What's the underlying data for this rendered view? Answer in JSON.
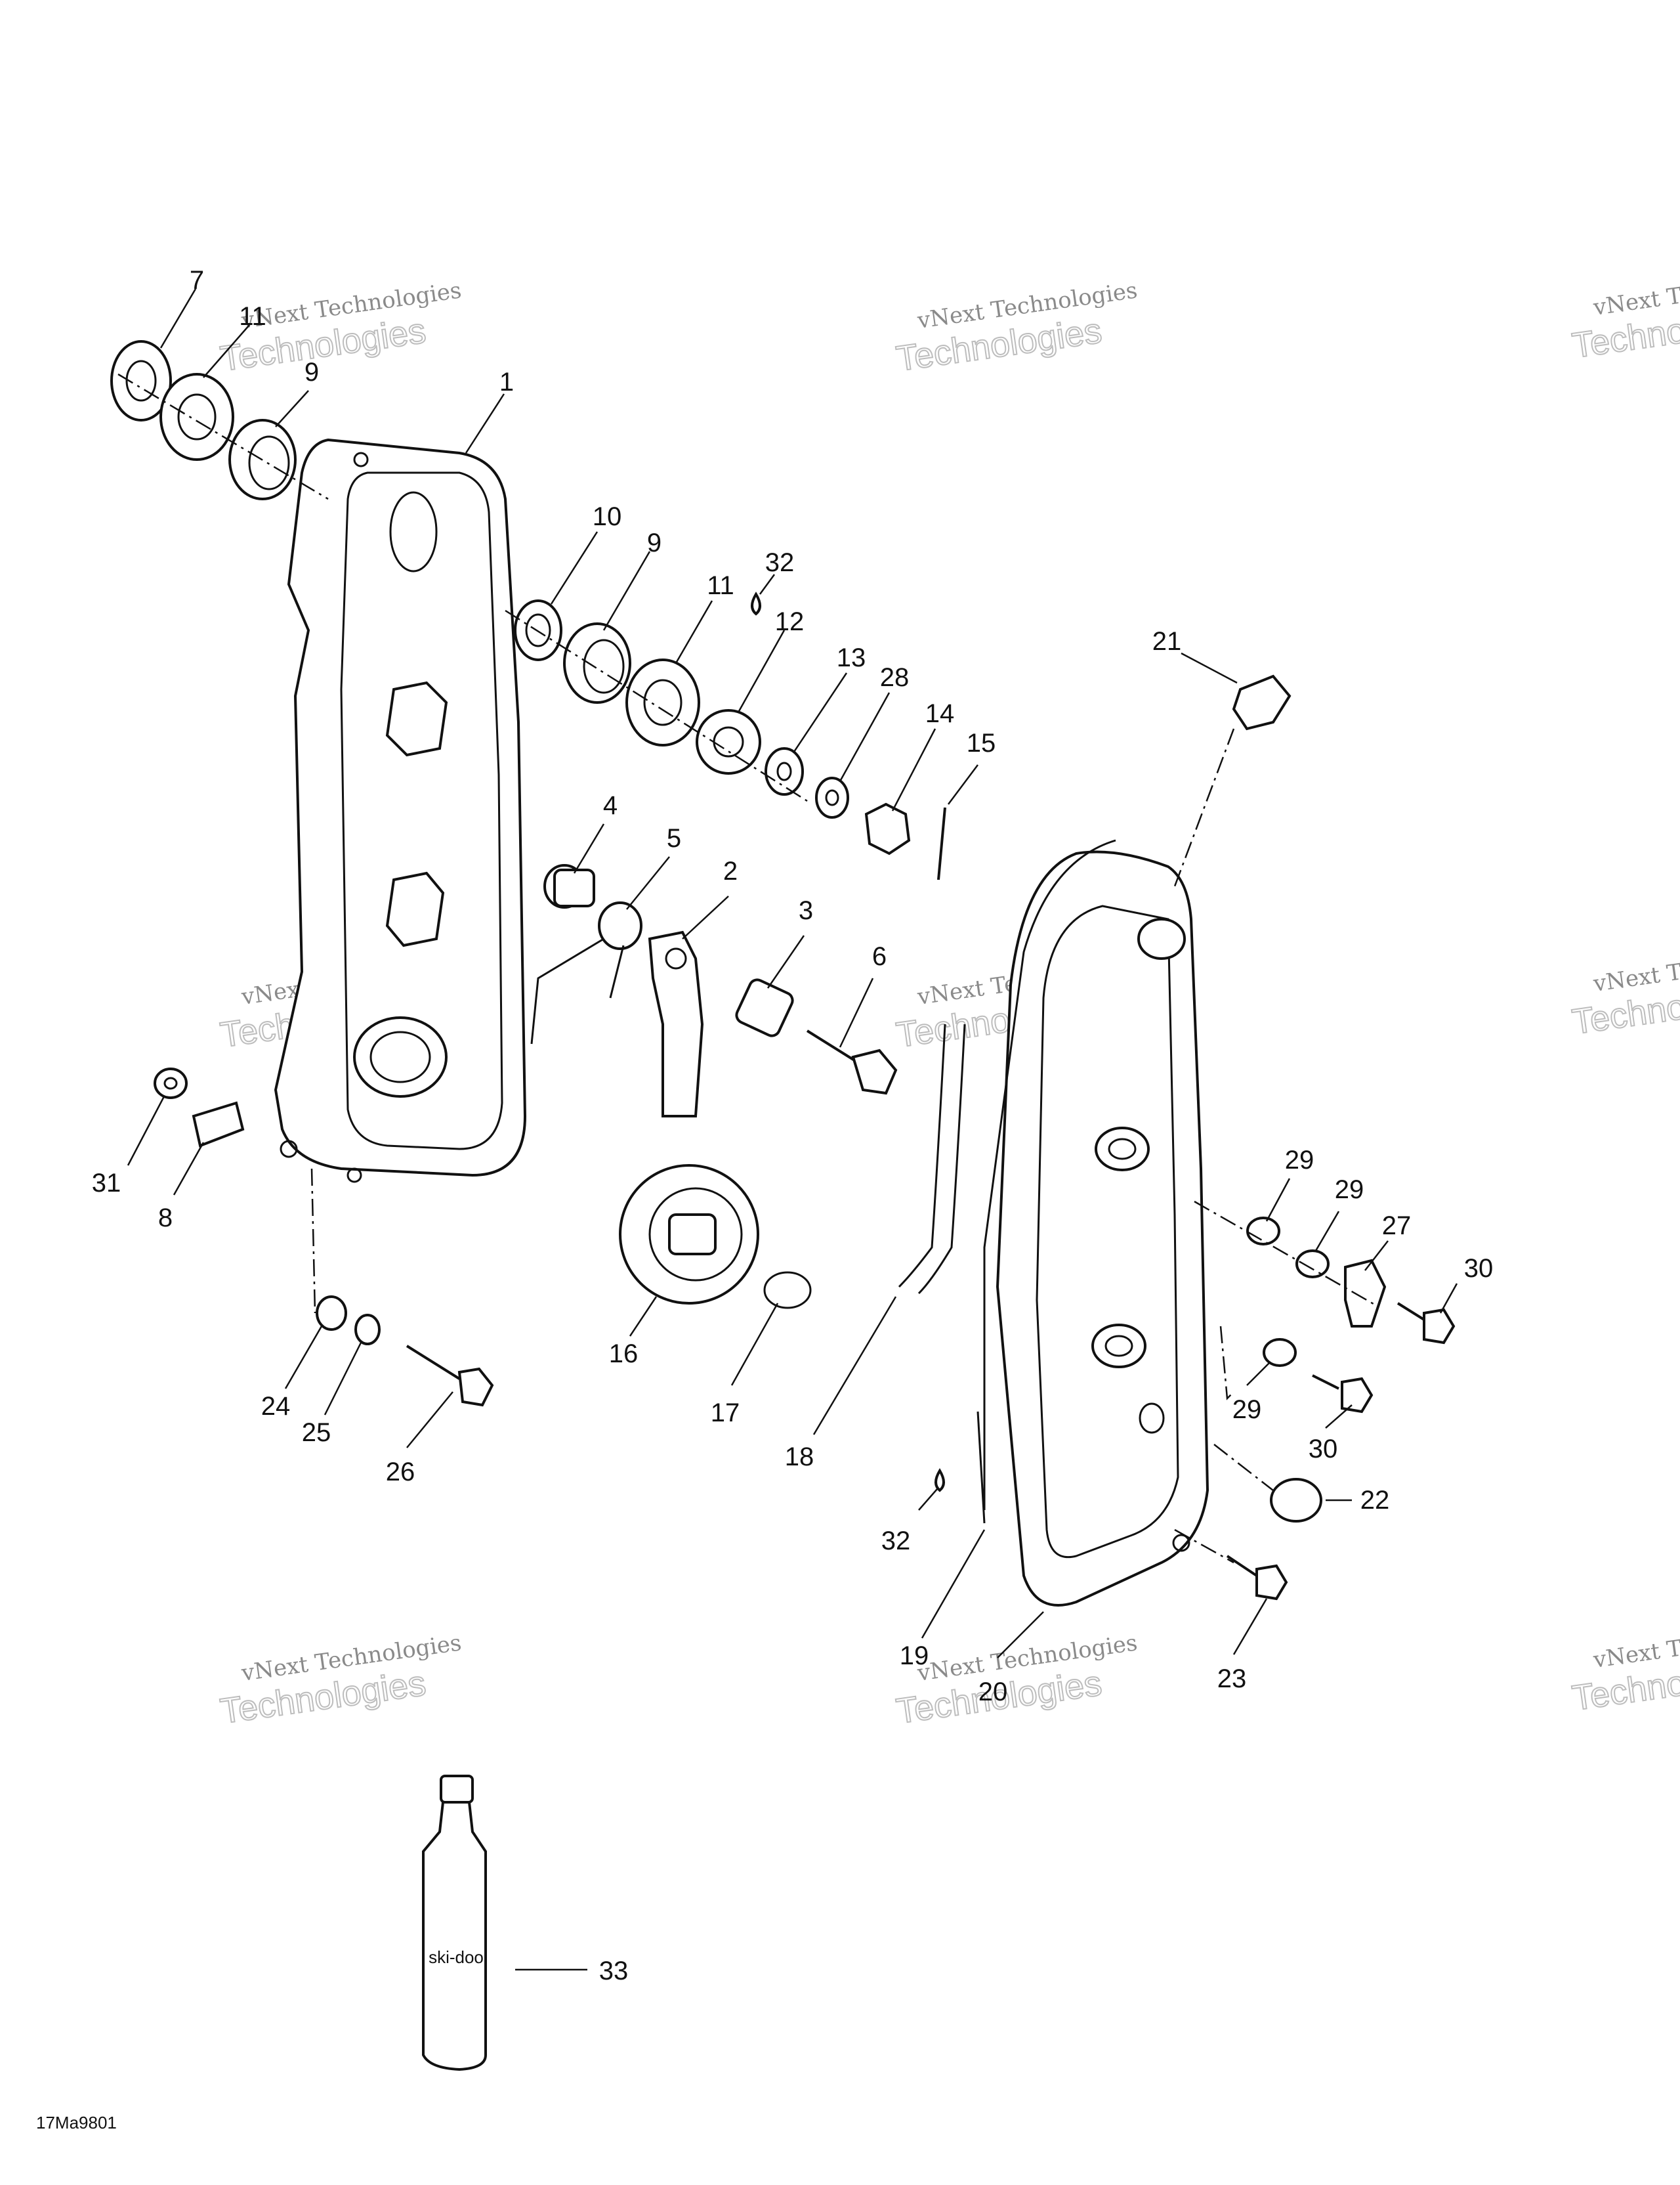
{
  "figure_code": "17Ma9801",
  "watermark": {
    "line1": "vNext Technologies",
    "line2": "Technologies"
  },
  "callouts": [
    "7",
    "11",
    "9",
    "1",
    "10",
    "9",
    "32",
    "11",
    "12",
    "13",
    "28",
    "14",
    "15",
    "21",
    "4",
    "5",
    "2",
    "3",
    "6",
    "31",
    "8",
    "29",
    "29",
    "27",
    "30",
    "16",
    "17",
    "18",
    "24",
    "25",
    "26",
    "29",
    "30",
    "32",
    "22",
    "19",
    "20",
    "23",
    "33"
  ],
  "bottle_label": "ski-doo"
}
